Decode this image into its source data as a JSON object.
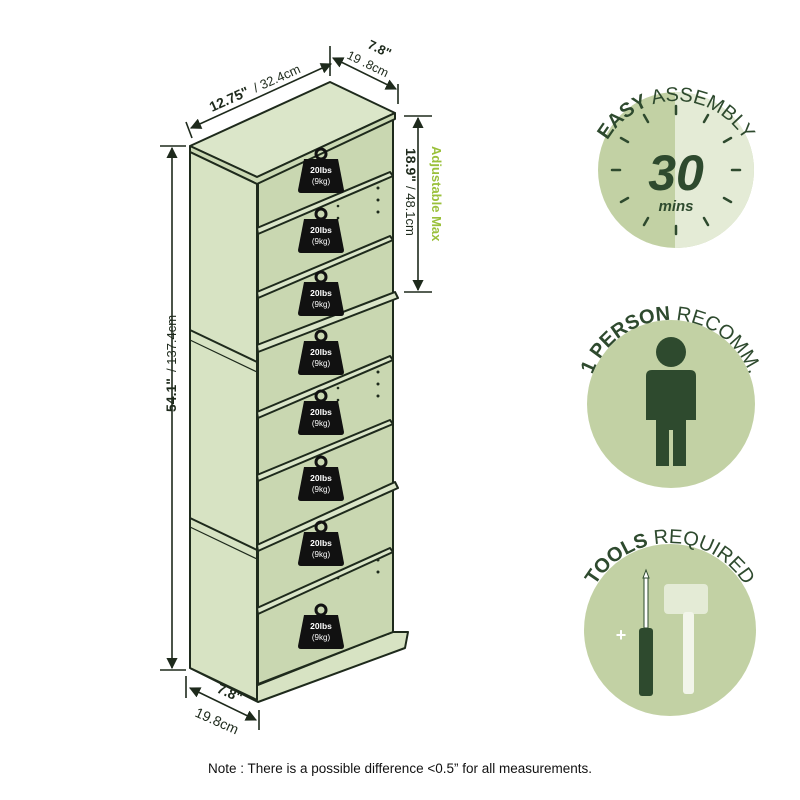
{
  "colors": {
    "shelf_fill": "#d7e3c3",
    "outline": "#1e2a1c",
    "dark_green": "#2e4a2e",
    "badge_light": "#e4ebd6",
    "badge_mid": "#c2d1a4",
    "accent_green": "#9ac03b",
    "weight_black": "#111111"
  },
  "dimensions": {
    "top_width_in": "12.75\"",
    "top_width_cm": "/ 32.4cm",
    "top_depth_in": "7.8\"",
    "top_depth_cm": "19 .8cm",
    "height_in": "54.1\"",
    "height_cm": "/ 137.4cm",
    "adjust_in": "18.9\"",
    "adjust_cm": "/ 48.1cm",
    "adjust_label": "Adjustable Max",
    "bottom_depth_in": "7.8\"",
    "bottom_depth_cm": "19.8cm"
  },
  "weights": [
    {
      "lbs": "20lbs",
      "kg": "(9kg)"
    },
    {
      "lbs": "20lbs",
      "kg": "(9kg)"
    },
    {
      "lbs": "20lbs",
      "kg": "(9kg)"
    },
    {
      "lbs": "20lbs",
      "kg": "(9kg)"
    },
    {
      "lbs": "20lbs",
      "kg": "(9kg)"
    },
    {
      "lbs": "20lbs",
      "kg": "(9kg)"
    },
    {
      "lbs": "20lbs",
      "kg": "(9kg)"
    },
    {
      "lbs": "20lbs",
      "kg": "(9kg)"
    }
  ],
  "badges": {
    "assembly": {
      "bold": "EASY",
      "rest": "ASSEMBLY",
      "number": "30",
      "unit": "mins"
    },
    "person": {
      "bold": "1 PERSON",
      "rest": "RECOMM."
    },
    "tools": {
      "bold": "TOOLS",
      "rest": "REQUIRED",
      "plus": "+"
    }
  },
  "note": "Note : There is a possible difference <0.5” for all measurements."
}
